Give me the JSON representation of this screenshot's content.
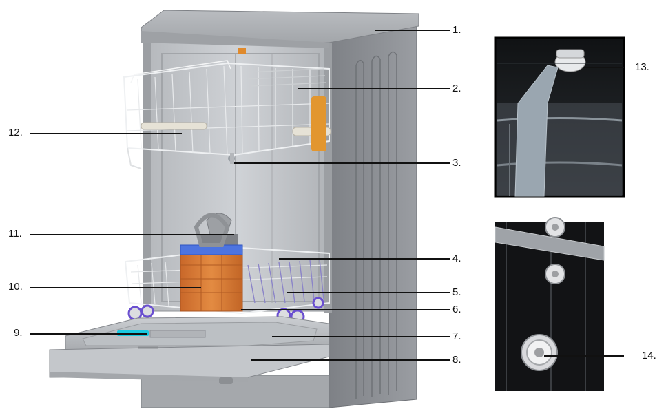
{
  "figure": {
    "colors": {
      "cabinet": "#8f9296",
      "panel_light": "#c9ccd0",
      "basket_orange": "#d9782f",
      "inset_dark": "#1a1c1f",
      "detergent_cyan": "#19c9e0",
      "wheel_purple": "#6a4fd0"
    }
  },
  "callouts": [
    {
      "id": "c1",
      "label": "1."
    },
    {
      "id": "c2",
      "label": "2."
    },
    {
      "id": "c3",
      "label": "3."
    },
    {
      "id": "c4",
      "label": "4."
    },
    {
      "id": "c5",
      "label": "5."
    },
    {
      "id": "c6",
      "label": "6."
    },
    {
      "id": "c7",
      "label": "7."
    },
    {
      "id": "c8",
      "label": "8."
    },
    {
      "id": "c9",
      "label": "9."
    },
    {
      "id": "c10",
      "label": "10."
    },
    {
      "id": "c11",
      "label": "11."
    },
    {
      "id": "c12",
      "label": "12."
    },
    {
      "id": "c13",
      "label": "13."
    },
    {
      "id": "c14",
      "label": "14."
    }
  ]
}
